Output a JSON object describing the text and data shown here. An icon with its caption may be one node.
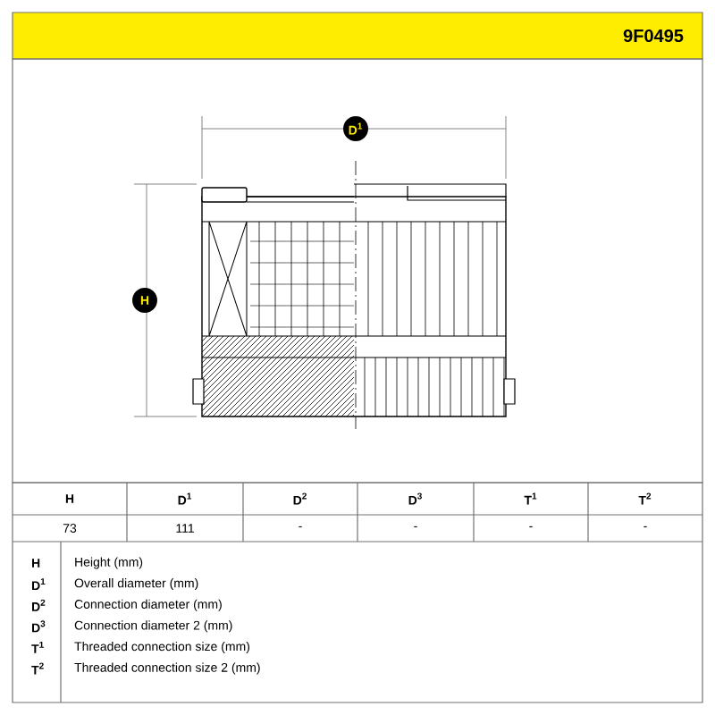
{
  "diagram": {
    "labels": [
      "9F0495",
      "D$^{1}$",
      "H",
      "H",
      "D$^{1}$",
      "D$^{2}$",
      "D$^{3}$",
      "T$^{1}$",
      "T$^{2}$",
      "73",
      "111",
      "-",
      "-",
      "-",
      "-",
      "H",
      "Height (mm)",
      "D$^{1}$",
      "Overall diameter (mm)",
      "D$^{2}$",
      "Connection diameter (mm)",
      "D$^{3}$",
      "Connection diameter 2 (mm)",
      "T$^{1}$",
      "Threaded connection size (mm)",
      "T$^{2}$",
      "Threaded connection size 2 (mm)"
    ]
  }
}
